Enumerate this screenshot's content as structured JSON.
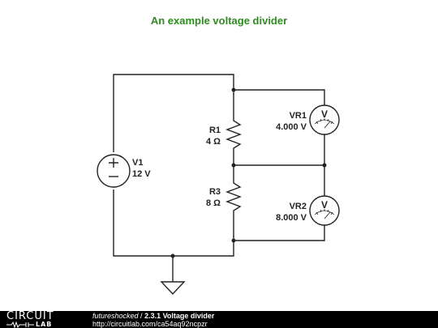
{
  "title": "An example voltage divider",
  "components": {
    "source": {
      "name": "V1",
      "value": "12 V"
    },
    "r1": {
      "name": "R1",
      "value": "4 Ω"
    },
    "r3": {
      "name": "R3",
      "value": "8 Ω"
    },
    "vr1": {
      "name": "VR1",
      "reading": "4.000 V",
      "symbol": "V"
    },
    "vr2": {
      "name": "VR2",
      "reading": "8.000 V",
      "symbol": "V"
    }
  },
  "footer": {
    "logo_top": "CIRCUIT",
    "logo_bottom": "LAB",
    "user": "futureshocked",
    "separator": " / ",
    "project": "2.3.1 Voltage divider",
    "url": "http://circuitlab.com/ca54aq92ncpzr"
  }
}
